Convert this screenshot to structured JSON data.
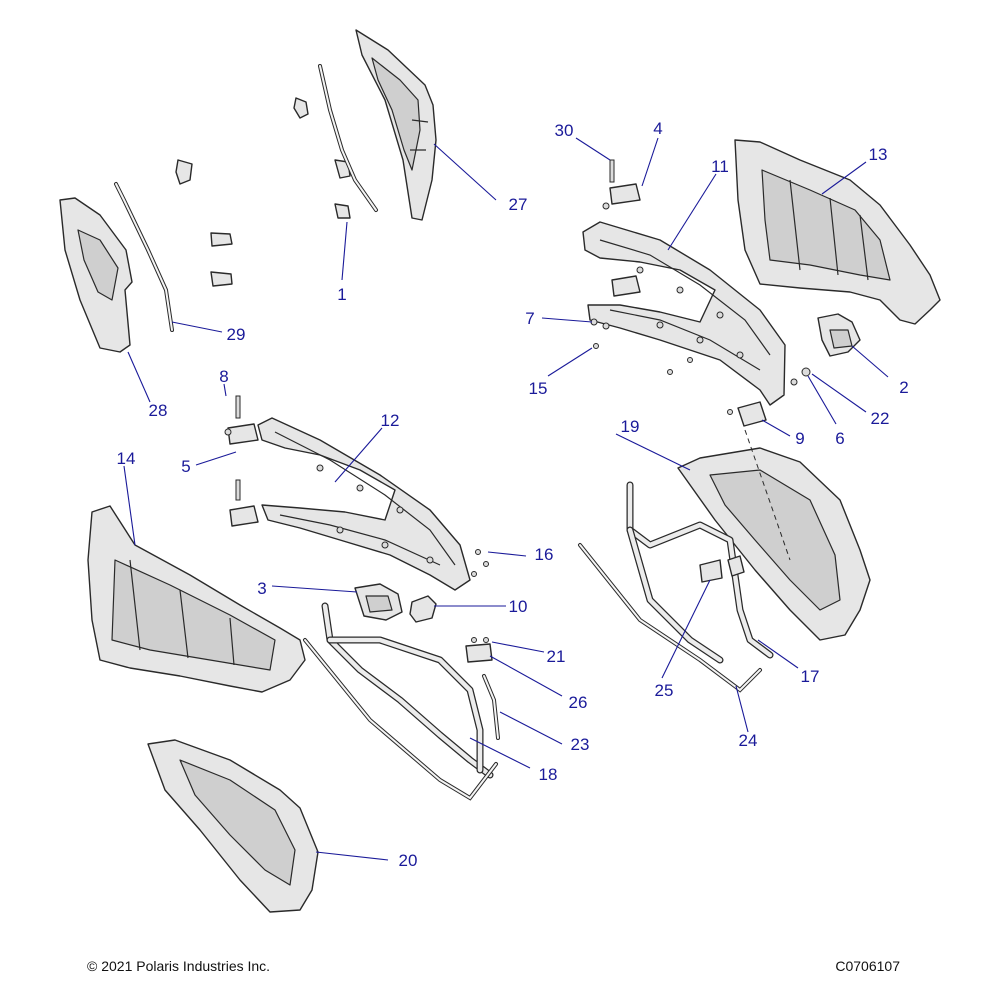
{
  "diagram": {
    "callouts": [
      {
        "id": "c1",
        "text": "1"
      },
      {
        "id": "c2",
        "text": "2"
      },
      {
        "id": "c3",
        "text": "3"
      },
      {
        "id": "c4",
        "text": "4"
      },
      {
        "id": "c5",
        "text": "5"
      },
      {
        "id": "c6",
        "text": "6"
      },
      {
        "id": "c7",
        "text": "7"
      },
      {
        "id": "c8",
        "text": "8"
      },
      {
        "id": "c9",
        "text": "9"
      },
      {
        "id": "c10",
        "text": "10"
      },
      {
        "id": "c11",
        "text": "11"
      },
      {
        "id": "c12",
        "text": "12"
      },
      {
        "id": "c13",
        "text": "13"
      },
      {
        "id": "c14",
        "text": "14"
      },
      {
        "id": "c15",
        "text": "15"
      },
      {
        "id": "c16",
        "text": "16"
      },
      {
        "id": "c17",
        "text": "17"
      },
      {
        "id": "c18",
        "text": "18"
      },
      {
        "id": "c19",
        "text": "19"
      },
      {
        "id": "c20",
        "text": "20"
      },
      {
        "id": "c21",
        "text": "21"
      },
      {
        "id": "c22",
        "text": "22"
      },
      {
        "id": "c23",
        "text": "23"
      },
      {
        "id": "c24",
        "text": "24"
      },
      {
        "id": "c25",
        "text": "25"
      },
      {
        "id": "c26",
        "text": "26"
      },
      {
        "id": "c27",
        "text": "27"
      },
      {
        "id": "c28",
        "text": "28"
      },
      {
        "id": "c29",
        "text": "29"
      },
      {
        "id": "c30",
        "text": "30"
      }
    ],
    "colors": {
      "callout": "#1a1a99",
      "outline": "#2a2a2a",
      "panel_fill": "#e6e6e6"
    }
  },
  "footer": {
    "copyright": "© 2021 Polaris Industries Inc.",
    "figure_code": "C0706107"
  }
}
